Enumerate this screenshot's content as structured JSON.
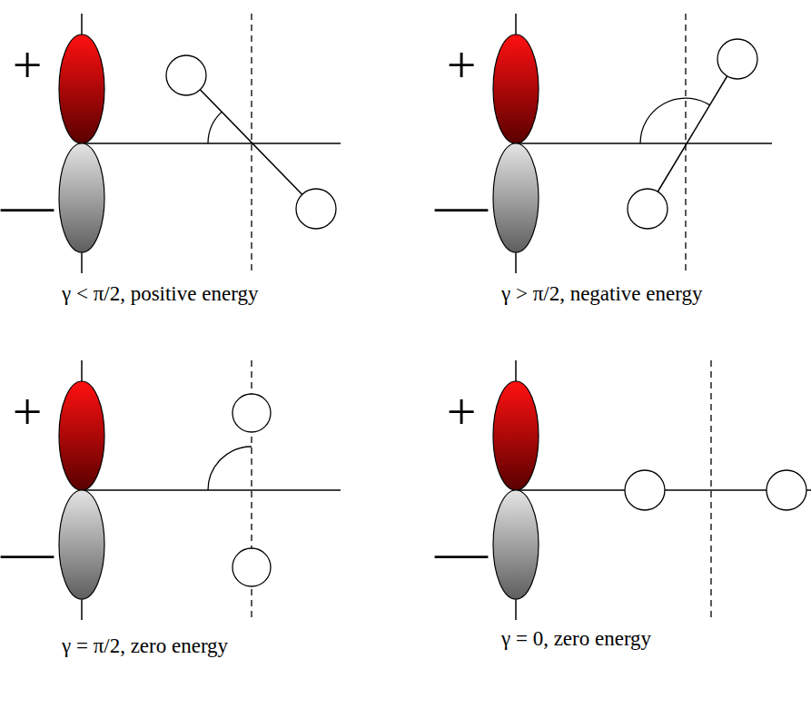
{
  "diagram": {
    "labels": [
      "+",
      "—",
      "γ < π/2, positive energy",
      "+",
      "—",
      "γ > π/2, negative energy",
      "+",
      "—",
      "γ = π/2, zero energy",
      "+",
      "—",
      "γ = 0, zero energy"
    ]
  }
}
